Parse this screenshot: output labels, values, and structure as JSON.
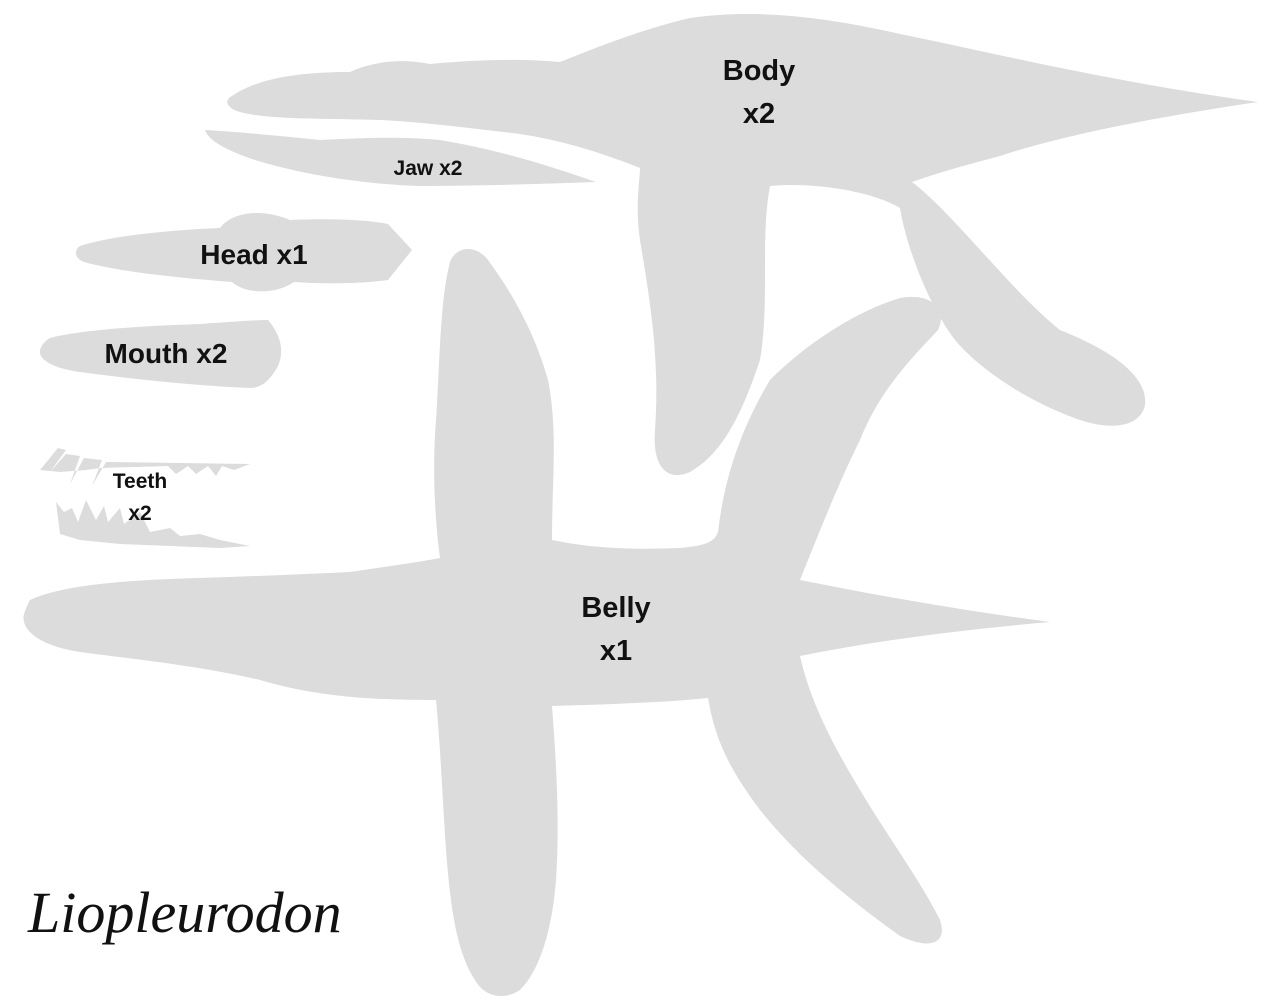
{
  "pieces": {
    "body": {
      "name": "Body",
      "count": "x2"
    },
    "jaw": {
      "label": "Jaw x2"
    },
    "head": {
      "label": "Head x1"
    },
    "mouth": {
      "label": "Mouth x2"
    },
    "teeth": {
      "name": "Teeth",
      "count": "x2"
    },
    "belly": {
      "name": "Belly",
      "count": "x1"
    }
  },
  "title": "Liopleurodon",
  "colors": {
    "piece_fill": "#dcdcdc",
    "text": "#111111",
    "background": "#ffffff"
  }
}
